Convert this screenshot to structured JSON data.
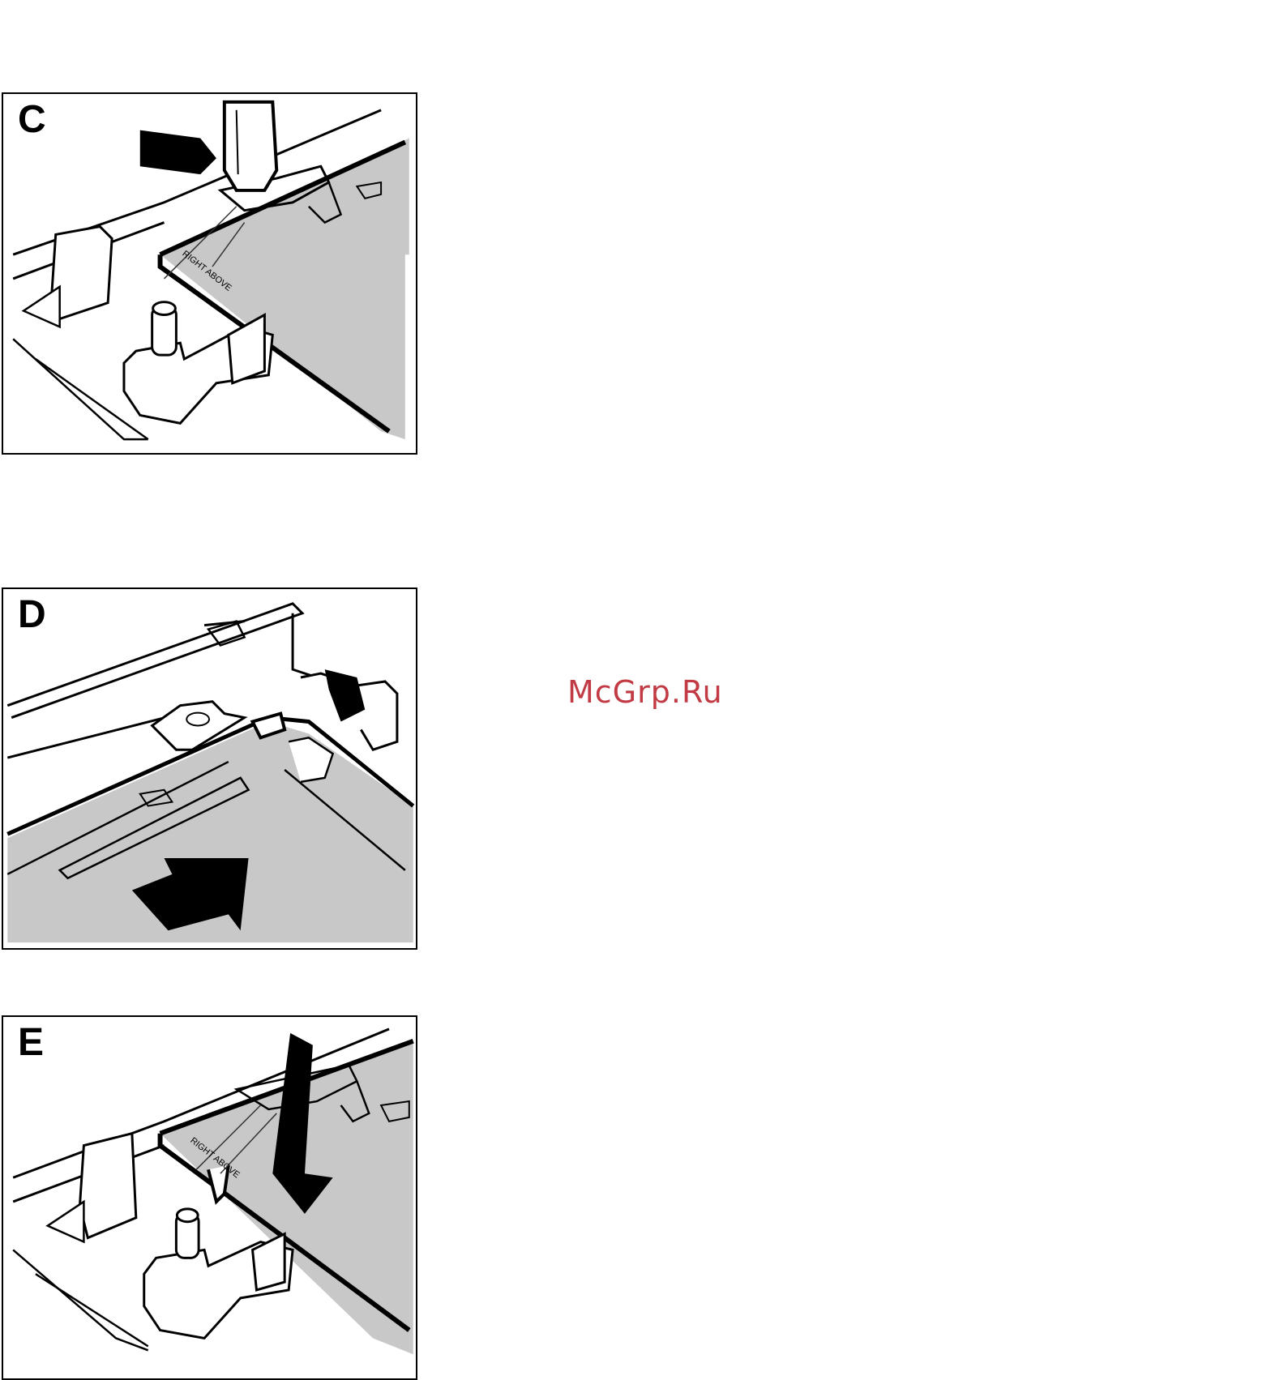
{
  "panels": [
    {
      "label": "C",
      "sheet_text": "RIGHT ABOVE"
    },
    {
      "label": "D"
    },
    {
      "label": "E",
      "sheet_text": "RIGHT ABOVE"
    }
  ],
  "watermark": "McGrp.Ru",
  "colors": {
    "sheet": "#c8c8c8",
    "line": "#000000",
    "watermark": "#c23b44"
  }
}
